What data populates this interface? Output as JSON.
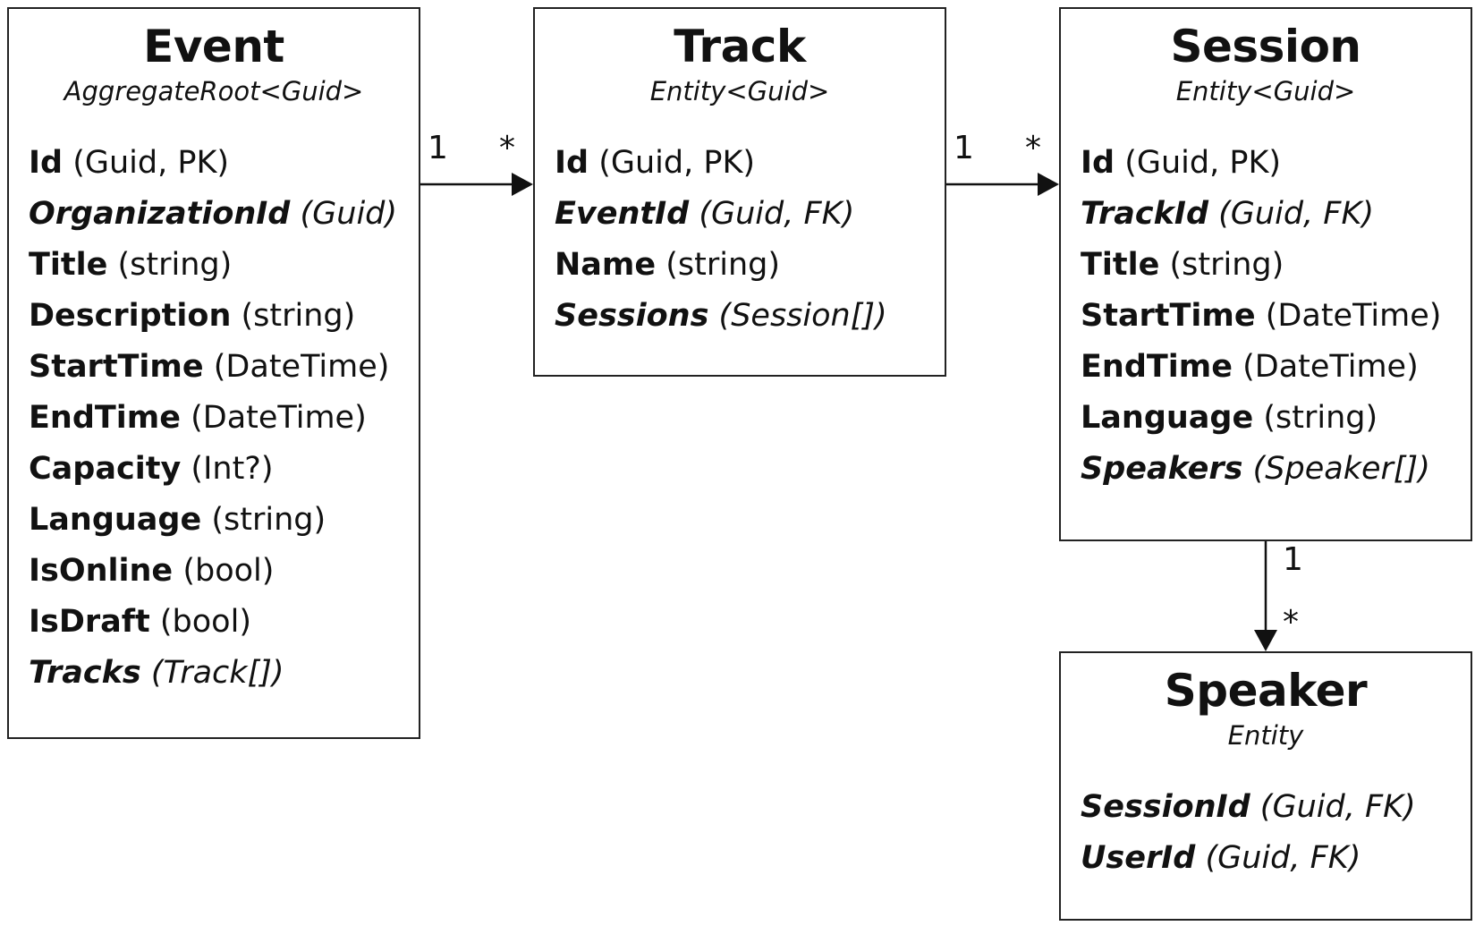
{
  "entities": {
    "event": {
      "name": "Event",
      "base": "AggregateRoot<Guid>",
      "fields": [
        {
          "name": "Id",
          "type": "(Guid, PK)",
          "italic": false
        },
        {
          "name": "OrganizationId",
          "type": "(Guid)",
          "italic": true
        },
        {
          "name": "Title",
          "type": "(string)",
          "italic": false
        },
        {
          "name": "Description",
          "type": "(string)",
          "italic": false
        },
        {
          "name": "StartTime",
          "type": "(DateTime)",
          "italic": false
        },
        {
          "name": "EndTime",
          "type": "(DateTime)",
          "italic": false
        },
        {
          "name": "Capacity",
          "type": "(Int?)",
          "italic": false
        },
        {
          "name": "Language",
          "type": "(string)",
          "italic": false
        },
        {
          "name": "IsOnline",
          "type": "(bool)",
          "italic": false
        },
        {
          "name": "IsDraft",
          "type": "(bool)",
          "italic": false
        },
        {
          "name": "Tracks",
          "type": "(Track[])",
          "italic": true
        }
      ]
    },
    "track": {
      "name": "Track",
      "base": "Entity<Guid>",
      "fields": [
        {
          "name": "Id",
          "type": "(Guid, PK)",
          "italic": false
        },
        {
          "name": "EventId",
          "type": "(Guid, FK)",
          "italic": true
        },
        {
          "name": "Name",
          "type": "(string)",
          "italic": false
        },
        {
          "name": "Sessions",
          "type": "(Session[])",
          "italic": true
        }
      ]
    },
    "session": {
      "name": "Session",
      "base": "Entity<Guid>",
      "fields": [
        {
          "name": "Id",
          "type": "(Guid, PK)",
          "italic": false
        },
        {
          "name": "TrackId",
          "type": "(Guid, FK)",
          "italic": true
        },
        {
          "name": "Title",
          "type": "(string)",
          "italic": false
        },
        {
          "name": "StartTime",
          "type": "(DateTime)",
          "italic": false
        },
        {
          "name": "EndTime",
          "type": "(DateTime)",
          "italic": false
        },
        {
          "name": "Language",
          "type": "(string)",
          "italic": false
        },
        {
          "name": "Speakers",
          "type": "(Speaker[])",
          "italic": true
        }
      ]
    },
    "speaker": {
      "name": "Speaker",
      "base": "Entity",
      "fields": [
        {
          "name": "SessionId",
          "type": "(Guid, FK)",
          "italic": true
        },
        {
          "name": "UserId",
          "type": "(Guid, FK)",
          "italic": true
        }
      ]
    }
  },
  "relations": [
    {
      "from": "Event",
      "to": "Track",
      "from_multiplicity": "1",
      "to_multiplicity": "*"
    },
    {
      "from": "Track",
      "to": "Session",
      "from_multiplicity": "1",
      "to_multiplicity": "*"
    },
    {
      "from": "Session",
      "to": "Speaker",
      "from_multiplicity": "1",
      "to_multiplicity": "*"
    }
  ],
  "colors": {
    "line": "#111111",
    "border": "#222222",
    "text": "#111111"
  }
}
